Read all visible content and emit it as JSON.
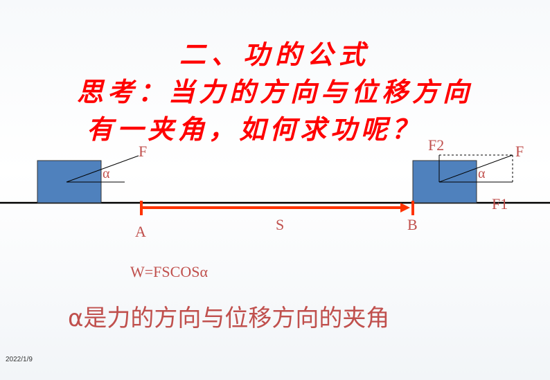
{
  "heading": {
    "line1": "二、功的公式",
    "line2": "思考：当力的方向与位移方向",
    "line3": "有一夹角，如何求功呢？"
  },
  "diagram": {
    "left_block": {
      "force_label": "F",
      "angle_label": "α"
    },
    "right_block": {
      "force_label": "F",
      "vertical_component_label": "F2",
      "horizontal_component_label": "F1",
      "angle_label": "α"
    },
    "point_a": "A",
    "point_b": "B",
    "displacement_label": "S",
    "block_color": "#4f81bd",
    "arrow_color": "#ff3300"
  },
  "formula": "W=FSCOSα",
  "note": "α是力的方向与位移方向的夹角",
  "date": "2022/1/9"
}
